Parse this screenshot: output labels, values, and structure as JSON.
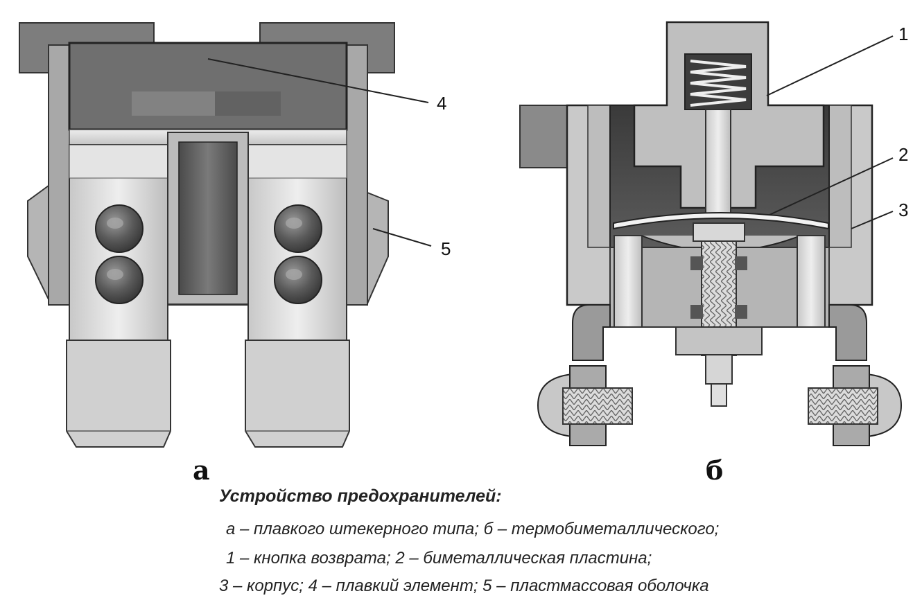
{
  "figure_a": {
    "letter": "а"
  },
  "figure_b": {
    "letter": "б"
  },
  "callouts": {
    "c1": "1",
    "c2": "2",
    "c3": "3",
    "c4": "4",
    "c5": "5"
  },
  "caption": {
    "title": "Устройство предохранителей:",
    "line1": "а – плавкого штекерного типа; б – термобиметаллического;",
    "line2": "1 – кнопка возврата;   2 – биметаллическая пластина;",
    "line3": "3 – корпус; 4 – плавкий элемент; 5 – пластмассовая оболочка"
  }
}
